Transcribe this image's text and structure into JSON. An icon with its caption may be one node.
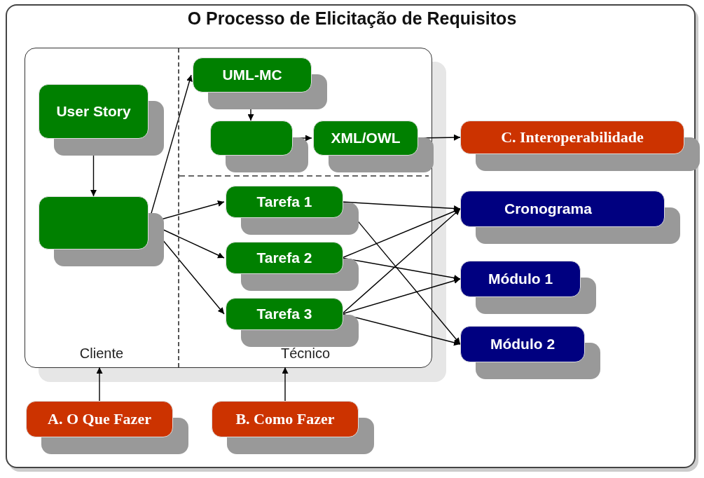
{
  "diagram": {
    "title": "O Processo de Elicitação de Requisitos",
    "nodes": [
      {
        "text": [
          "Cliente"
        ]
      },
      {
        "text": [
          "User Story"
        ],
        "in": 0
      },
      {
        "text": [],
        "shape": "box",
        "in": 0
      },
      {
        "text": [
          "Técnico"
        ]
      },
      {
        "text": [
          "UML-MC"
        ],
        "in": 3
      },
      {
        "text": [],
        "shape": "box",
        "in": 3
      },
      {
        "text": [
          "XML/OWL"
        ],
        "in": 3
      },
      {
        "text": [
          "Tarefa 1"
        ],
        "in": 3
      },
      {
        "text": [
          "Tarefa 2"
        ],
        "in": 3
      },
      {
        "text": [
          "Tarefa 3"
        ],
        "in": 3
      },
      {
        "text": [
          "C. Interoperabilidade"
        ]
      },
      {
        "text": [
          "Cronograma"
        ]
      },
      {
        "text": [
          "Módulo 1"
        ]
      },
      {
        "text": [
          "Módulo 2"
        ]
      },
      {
        "text": [
          "A. O Que Fazer"
        ]
      },
      {
        "text": [
          "B. Como Fazer"
        ]
      }
    ],
    "edges": [
      {
        "from": 1,
        "to": 2,
        "arrow": "to"
      },
      {
        "from": 2,
        "to": 4,
        "arrow": "to"
      },
      {
        "from": 4,
        "to": 5,
        "arrow": "to"
      },
      {
        "from": 5,
        "to": 6,
        "arrow": "to"
      },
      {
        "from": 6,
        "to": 10,
        "arrow": "to"
      },
      {
        "from": 2,
        "to": 7,
        "arrow": "to"
      },
      {
        "from": 2,
        "to": 8,
        "arrow": "to"
      },
      {
        "from": 2,
        "to": 9,
        "arrow": "to"
      },
      {
        "from": 7,
        "to": 11,
        "arrow": "to"
      },
      {
        "from": 7,
        "to": 13,
        "arrow": "to"
      },
      {
        "from": 8,
        "to": 11,
        "arrow": "to"
      },
      {
        "from": 8,
        "to": 12,
        "arrow": "to"
      },
      {
        "from": 9,
        "to": 11,
        "arrow": "to"
      },
      {
        "from": 9,
        "to": 12,
        "arrow": "to"
      },
      {
        "from": 9,
        "to": 13,
        "arrow": "to"
      },
      {
        "from": 14,
        "to": 0,
        "arrow": "to"
      },
      {
        "from": 15,
        "to": 3,
        "arrow": "to"
      }
    ]
  }
}
